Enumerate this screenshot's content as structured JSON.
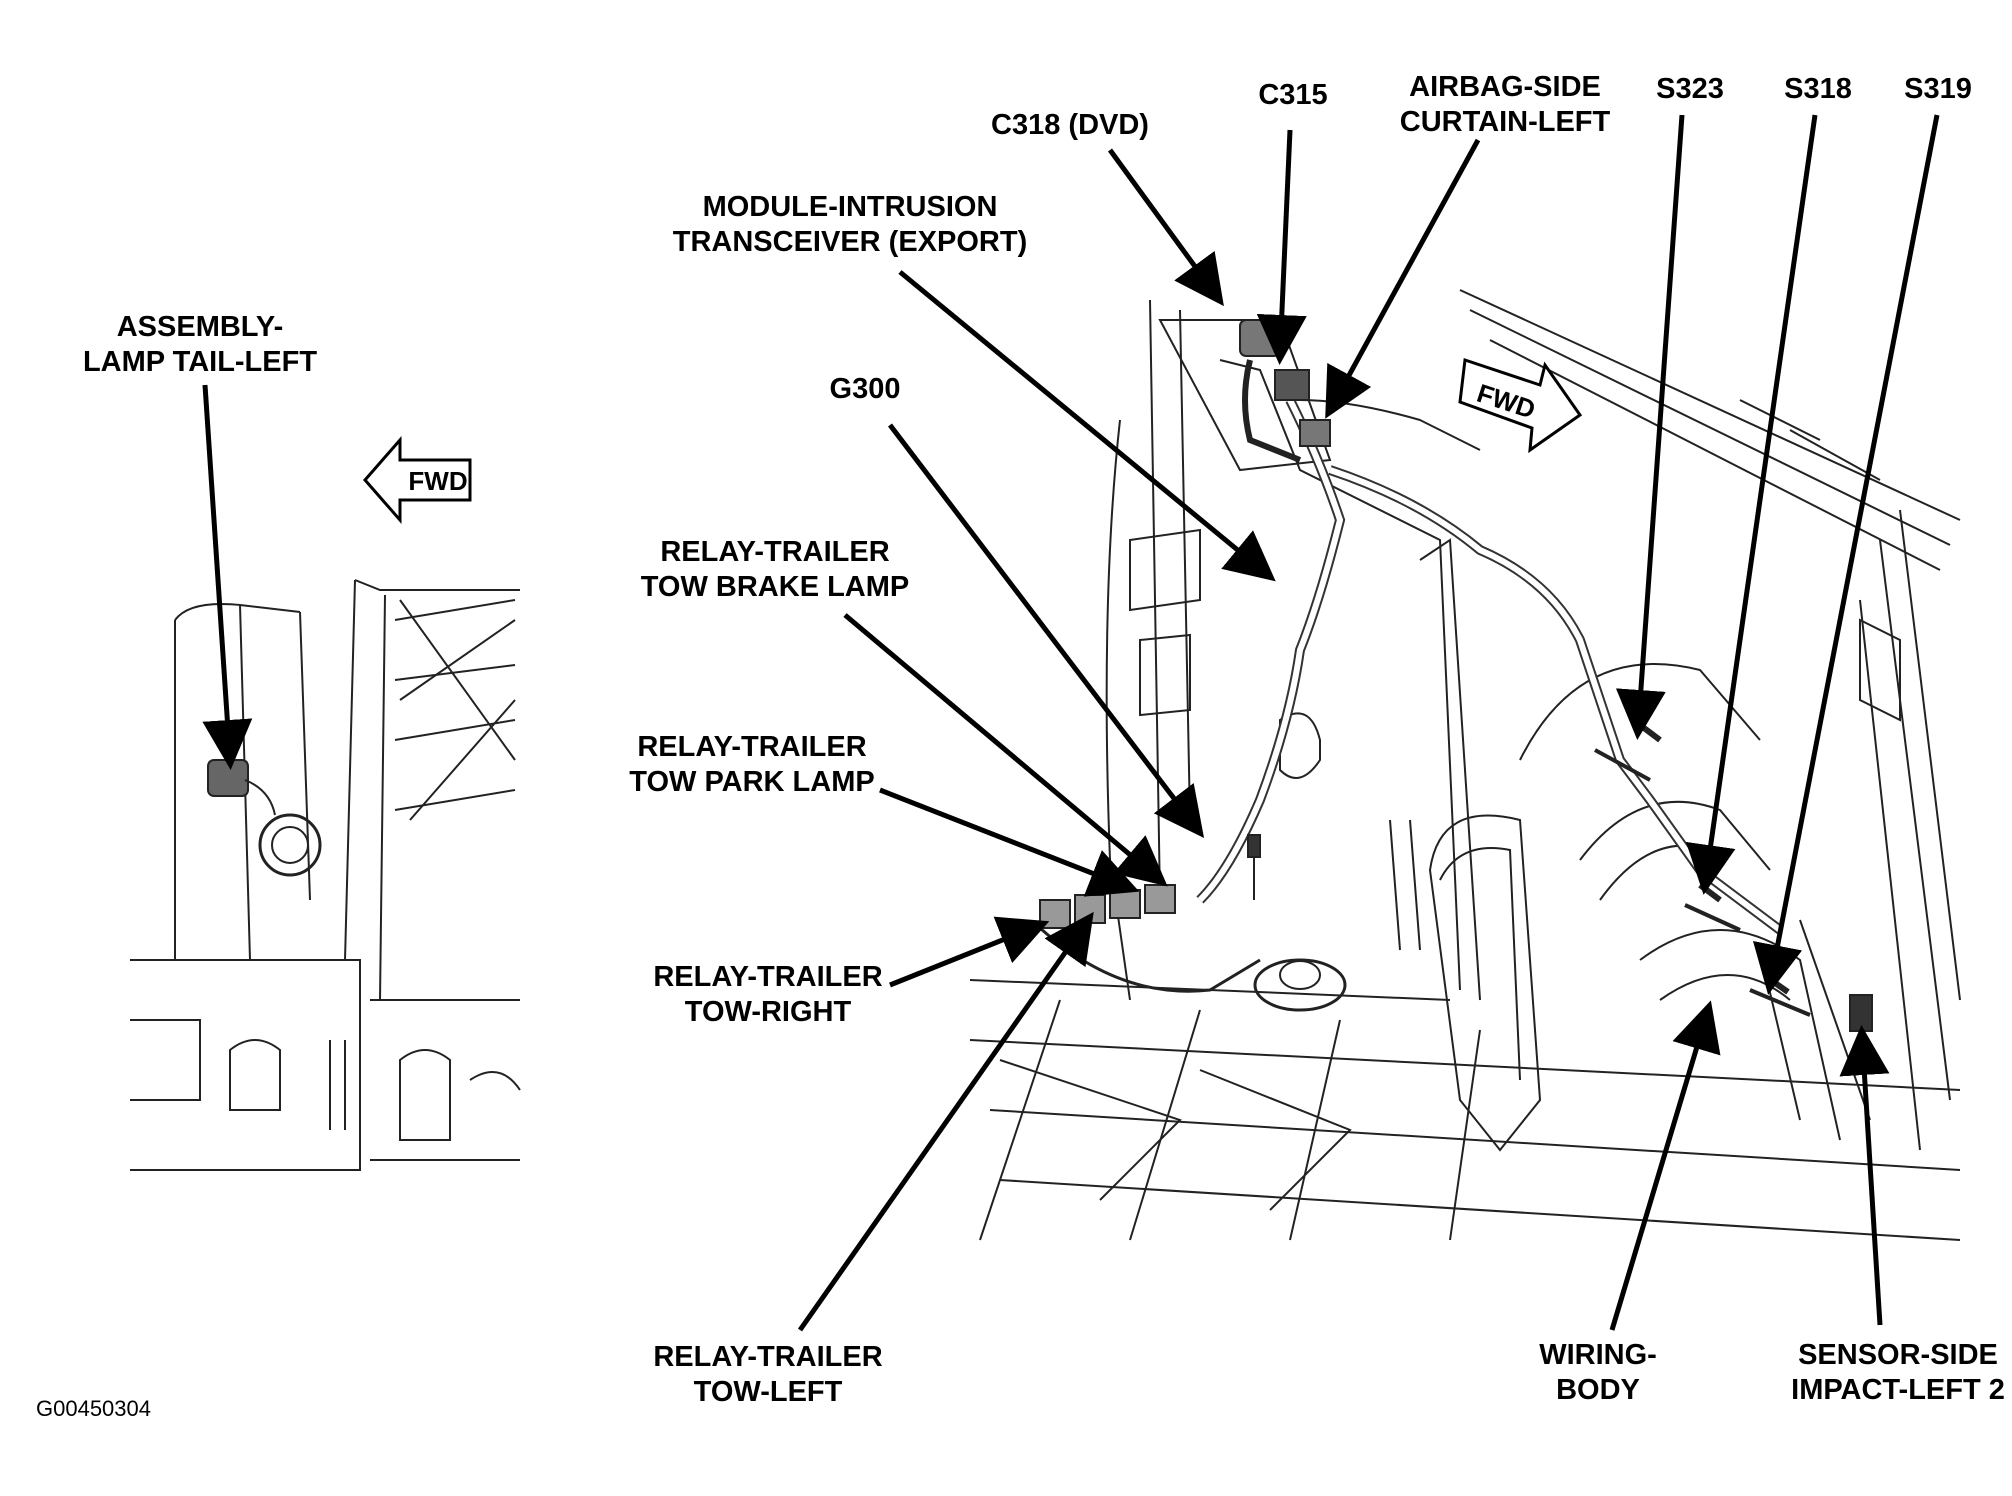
{
  "figure_id": "G00450304",
  "fwd_marker": "FWD",
  "labels": {
    "assembly_lamp_tail_left": [
      "ASSEMBLY-",
      "LAMP TAIL-LEFT"
    ],
    "module_intrusion_transceiver": [
      "MODULE-INTRUSION",
      "TRANSCEIVER (EXPORT)"
    ],
    "c318_dvd": [
      "C318 (DVD)"
    ],
    "c315": [
      "C315"
    ],
    "airbag_side_curtain_left": [
      "AIRBAG-SIDE",
      "CURTAIN-LEFT"
    ],
    "s323": [
      "S323"
    ],
    "s318": [
      "S318"
    ],
    "s319": [
      "S319"
    ],
    "g300": [
      "G300"
    ],
    "relay_trailer_tow_brake_lamp": [
      "RELAY-TRAILER",
      "TOW BRAKE LAMP"
    ],
    "relay_trailer_tow_park_lamp": [
      "RELAY-TRAILER",
      "TOW PARK LAMP"
    ],
    "relay_trailer_tow_right": [
      "RELAY-TRAILER",
      "TOW-RIGHT"
    ],
    "relay_trailer_tow_left": [
      "RELAY-TRAILER",
      "TOW-LEFT"
    ],
    "wiring_body": [
      "WIRING-",
      "BODY"
    ],
    "sensor_side_impact_left_2": [
      "SENSOR-SIDE",
      "IMPACT-LEFT 2"
    ]
  }
}
